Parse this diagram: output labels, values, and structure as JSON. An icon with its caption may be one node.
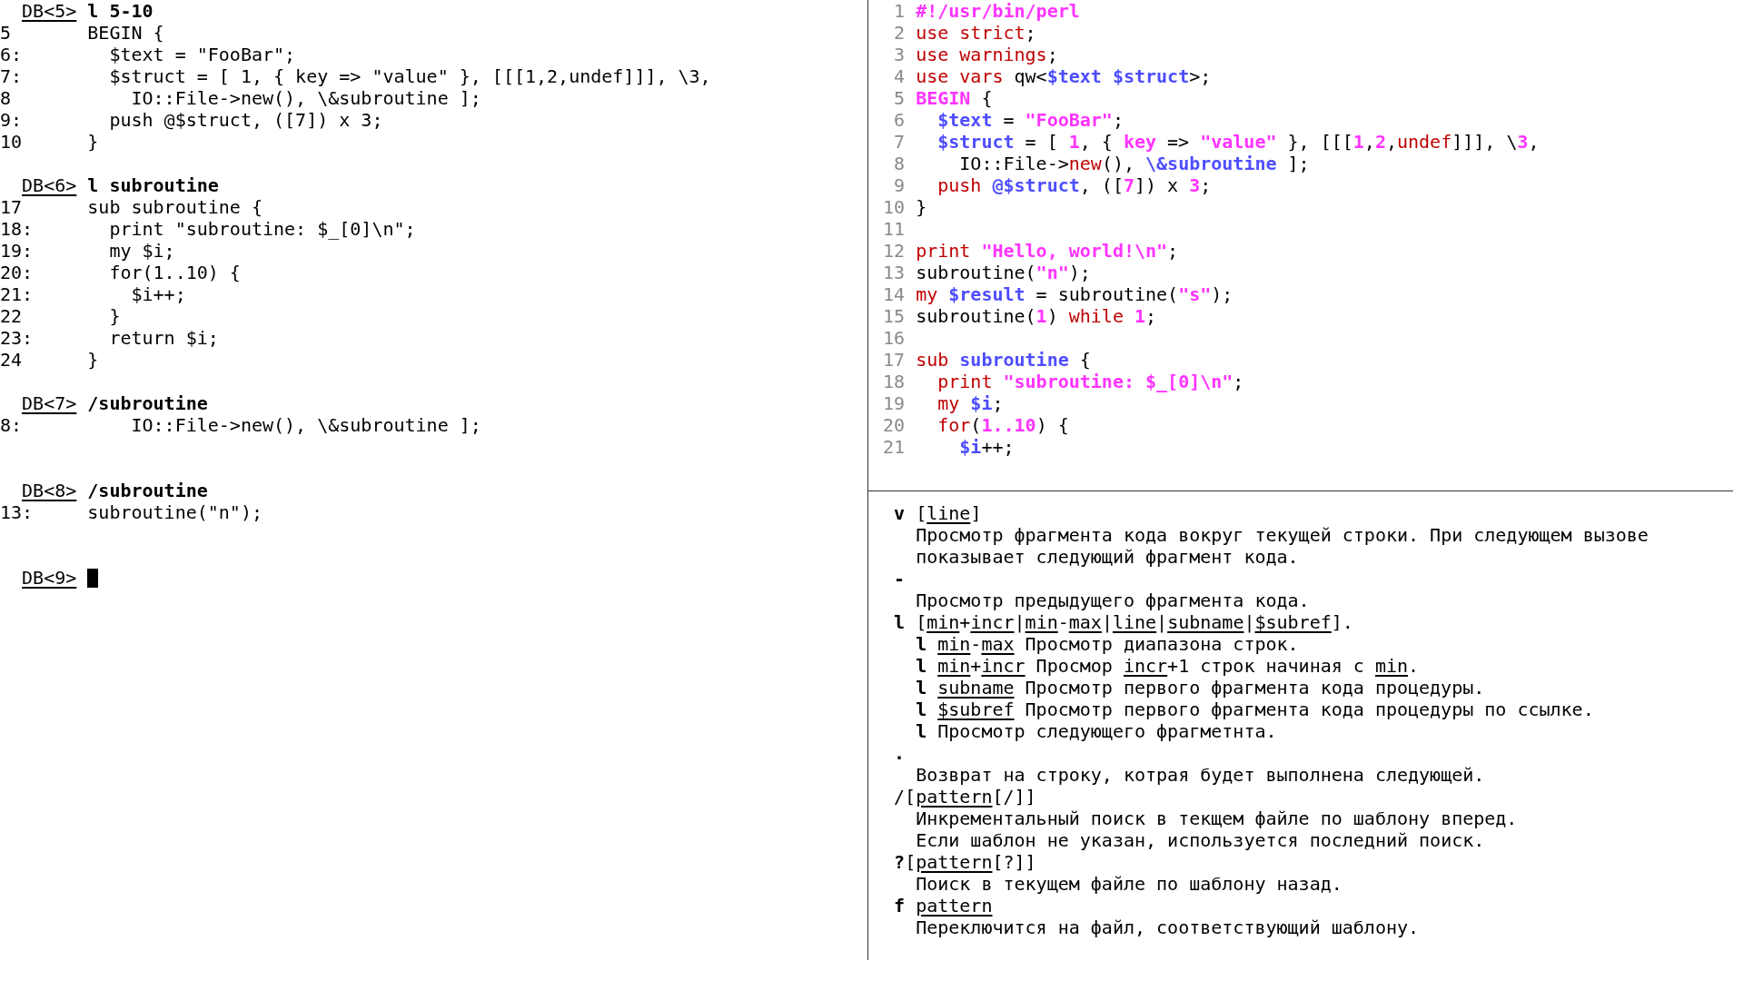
{
  "diagram": {
    "labels": [
      "DB<5>",
      "l 5-10",
      "5",
      "BEGIN {",
      "6:",
      "$text = \"FooBar\";",
      "7:",
      "$struct = [ 1, { key => \"value\" }, [[[1,2,undef]]], \\3,",
      "8",
      "IO::File->new(), \\&subroutine ];",
      "9:",
      "push @$struct, ([7]) x 3;",
      "10",
      "}",
      "DB<6>",
      "l subroutine",
      "17",
      "sub subroutine {",
      "18:",
      "print \"subroutine: $_[0]\\n\";",
      "19:",
      "my $i;",
      "20:",
      "for(1..10) {",
      "21:",
      "$i++;",
      "22",
      "}",
      "23:",
      "return $i;",
      "24",
      "}",
      "DB<7>",
      "/subroutine",
      "8:",
      "IO::File->new(), \\&subroutine ];",
      "DB<8>",
      "/subroutine",
      "13:",
      "subroutine(\"n\");",
      "DB<9>",
      "1",
      "#!/usr/bin/perl",
      "2",
      "use strict",
      ";",
      "3",
      "use warnings",
      ";",
      "4",
      "use vars",
      "qw<",
      "$text $struct",
      ">;",
      "5",
      "BEGIN",
      "{",
      "6",
      "$text",
      "=",
      "\"FooBar\"",
      ";",
      "7",
      "$struct",
      "= [",
      "1",
      ", {",
      "key",
      "=>",
      "\"value\"",
      "}, [[[",
      "1",
      ",",
      "2",
      ",",
      "undef",
      "]]], \\",
      "3",
      ",",
      "8",
      "IO::File->",
      "new",
      "(),",
      "\\&subroutine",
      "];",
      "9",
      "push",
      "@$struct",
      ", ([",
      "7",
      "]) x",
      "3",
      ";",
      "10",
      "}",
      "11",
      "12",
      "print",
      "\"Hello, world!\\n\"",
      ";",
      "13",
      "subroutine(",
      "\"n\"",
      ");",
      "14",
      "my",
      "$result",
      "= subroutine(",
      "\"s\"",
      ");",
      "15",
      "subroutine(",
      "1",
      ")",
      "while",
      "1",
      ";",
      "16",
      "17",
      "sub",
      "subroutine",
      "{",
      "18",
      "print",
      "\"subroutine: $_[0]\\n\"",
      ";",
      "19",
      "my",
      "$i",
      ";",
      "20",
      "for",
      "(",
      "1..10",
      ") {",
      "21",
      "$i",
      "++;",
      "v",
      "[",
      "line",
      "]",
      "Просмотр фрагмента кода вокруг текущей строки. При следующем вызове показывает следующий фрагмент кода.",
      "-",
      "Просмотр предыдущего фрагмента кода.",
      "l",
      "[",
      "min",
      "+",
      "incr",
      "|",
      "min",
      "-",
      "max",
      "|",
      "line",
      "|",
      "subname",
      "|",
      "$subref",
      "].",
      "l",
      "min",
      "-",
      "max",
      "Просмотр диапазона строк.",
      "l",
      "min",
      "+",
      "incr",
      "Просмор",
      "incr",
      "+1 строк начиная с",
      "min",
      ".",
      "l",
      "subname",
      "Просмотр первого фрагмента кода процедуры.",
      "l",
      "$subref",
      "Просмотр первого фрагмента кода процедуры по ссылке.",
      "l",
      "Просмотр следующего фрагметнта.",
      ".",
      "Возврат на строку, котрая будет выполнена следующей.",
      "/[",
      "pattern",
      "[/]]",
      "Инкрементальный поиск в текщем файле по шаблону вперед.",
      "Если шаблон не указан, используется последний поиск.",
      "?",
      "[",
      "pattern",
      "[?]]",
      "Поиск в текущем файле по шаблону назад.",
      "f",
      "pattern",
      "Переключится на файл, соответствующий шаблону."
    ]
  }
}
